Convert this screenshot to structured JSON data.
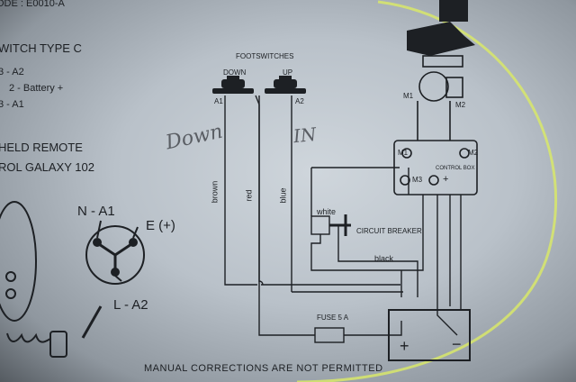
{
  "header": {
    "code_fragment": "ODE : E0010-A",
    "switch_type": "WITCH TYPE C",
    "pin_lines": [
      "3 - A2",
      "2 - Battery  +",
      "3 - A1"
    ]
  },
  "remote": {
    "line1": "HELD REMOTE",
    "line2": "ROL GALAXY 102"
  },
  "connector_labels": {
    "n": "N - A1",
    "e": "E (+)",
    "l": "L - A2"
  },
  "footswitches": {
    "title": "FOOTSWITCHES",
    "down": "DOWN",
    "up": "UP",
    "a1": "A1",
    "a2": "A2"
  },
  "handwriting": {
    "down": "Down",
    "in": "IN"
  },
  "wires": {
    "brown": "brown",
    "red": "red",
    "blue": "blue",
    "white": "white",
    "black": "black"
  },
  "components": {
    "circuit_breaker": "CIRCUIT BREAKER",
    "fuse": "FUSE 5 A",
    "control_box": "CONTROL BOX",
    "m1": "M1",
    "m2": "M2",
    "m3": "M3",
    "motor_m1": "M1",
    "motor_m2": "M2",
    "plus": "+",
    "battery_plus": "+",
    "battery_minus": "−"
  },
  "footer": "MANUAL CORRECTIONS ARE NOT PERMITTED",
  "colors": {
    "paper": "#c7ced5",
    "ink": "#1d2024",
    "highlight_circle": "#d8e86a"
  }
}
